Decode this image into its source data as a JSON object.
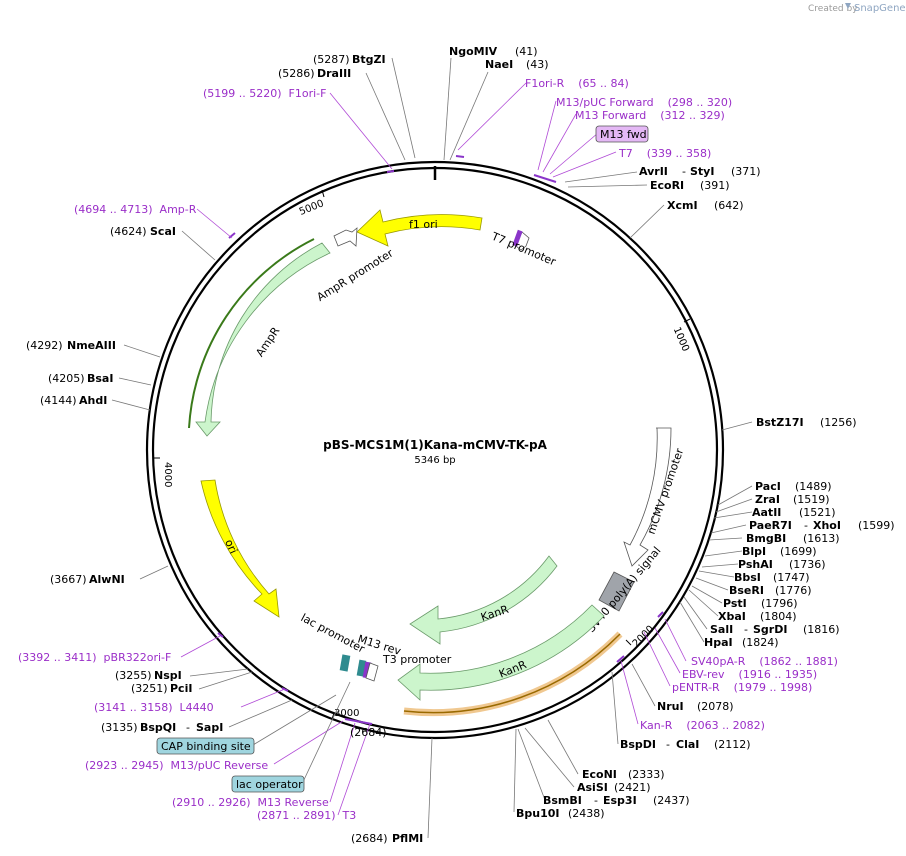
{
  "credit": {
    "text": "Created by",
    "brand": "SnapGene"
  },
  "plasmid": {
    "name": "pBS-MCS1M(1)Kana-mCMV-TK-pA",
    "length_label": "5346 bp"
  },
  "ruler": [
    "1000",
    "2000",
    "3000",
    "4000",
    "5000"
  ],
  "features": [
    {
      "label": "f1 ori",
      "color": "#ffff00"
    },
    {
      "label": "T7 promoter",
      "color": "#ffffff"
    },
    {
      "label": "AmpR promoter",
      "color": "#ffffff"
    },
    {
      "label": "AmpR",
      "color": "#ccf5cc"
    },
    {
      "label": "ori",
      "color": "#ffff00"
    },
    {
      "label": "mCMV promoter",
      "color": "#ffffff"
    },
    {
      "label": "SV40 poly(A) signal",
      "color": "#a0a4aa"
    },
    {
      "label": "KanR",
      "color": "#ccf5cc"
    },
    {
      "label": "KanR",
      "color": "#ccf5cc"
    },
    {
      "label": "lac promoter",
      "color": "#ffffff"
    },
    {
      "label": "M13 rev",
      "color": "#ffffff"
    },
    {
      "label": "T3 promoter",
      "color": "#ffffff"
    }
  ],
  "boxed_labels": [
    {
      "text": "M13 fwd",
      "color": "#e4b8f5"
    },
    {
      "text": "CAP binding site",
      "color": "#9fd5df"
    },
    {
      "text": "lac operator",
      "color": "#9fd5df"
    }
  ],
  "sites": [
    {
      "pos": "(5287)",
      "name": "BtgZI",
      "second": ""
    },
    {
      "pos": "(5286)",
      "name": "DraIII",
      "second": ""
    },
    {
      "pos": "(41)",
      "name": "NgoMIV",
      "second": ""
    },
    {
      "pos": "(43)",
      "name": "NaeI",
      "second": ""
    },
    {
      "pos": "(371)",
      "name": "AvrII",
      "second": "StyI"
    },
    {
      "pos": "(391)",
      "name": "EcoRI",
      "second": ""
    },
    {
      "pos": "(642)",
      "name": "XcmI",
      "second": ""
    },
    {
      "pos": "(1256)",
      "name": "BstZ17I",
      "second": ""
    },
    {
      "pos": "(1489)",
      "name": "PacI",
      "second": ""
    },
    {
      "pos": "(1519)",
      "name": "ZraI",
      "second": ""
    },
    {
      "pos": "(1521)",
      "name": "AatII",
      "second": ""
    },
    {
      "pos": "(1599)",
      "name": "PaeR7I",
      "second": "XhoI"
    },
    {
      "pos": "(1613)",
      "name": "BmgBI",
      "second": ""
    },
    {
      "pos": "(1699)",
      "name": "BlpI",
      "second": ""
    },
    {
      "pos": "(1736)",
      "name": "PshAI",
      "second": ""
    },
    {
      "pos": "(1747)",
      "name": "BbsI",
      "second": ""
    },
    {
      "pos": "(1776)",
      "name": "BseRI",
      "second": ""
    },
    {
      "pos": "(1796)",
      "name": "PstI",
      "second": ""
    },
    {
      "pos": "(1804)",
      "name": "XbaI",
      "second": ""
    },
    {
      "pos": "(1816)",
      "name": "SalI",
      "second": "SgrDI"
    },
    {
      "pos": "(1824)",
      "name": "HpaI",
      "second": ""
    },
    {
      "pos": "(2078)",
      "name": "NruI",
      "second": ""
    },
    {
      "pos": "(2112)",
      "name": "BspDI",
      "second": "ClaI"
    },
    {
      "pos": "(2333)",
      "name": "EcoNI",
      "second": ""
    },
    {
      "pos": "(2421)",
      "name": "AsiSI",
      "second": ""
    },
    {
      "pos": "(2437)",
      "name": "BsmBI",
      "second": "Esp3I"
    },
    {
      "pos": "(2438)",
      "name": "Bpu10I",
      "second": ""
    },
    {
      "pos": "(2684)",
      "name": "PflMI",
      "second": ""
    },
    {
      "pos": "(3135)",
      "name": "BspQI",
      "second": "SapI"
    },
    {
      "pos": "(3251)",
      "name": "PciI",
      "second": ""
    },
    {
      "pos": "(3255)",
      "name": "NspI",
      "second": ""
    },
    {
      "pos": "(3667)",
      "name": "AlwNI",
      "second": ""
    },
    {
      "pos": "(4144)",
      "name": "AhdI",
      "second": ""
    },
    {
      "pos": "(4205)",
      "name": "BsaI",
      "second": ""
    },
    {
      "pos": "(4292)",
      "name": "NmeAIII",
      "second": ""
    },
    {
      "pos": "(4624)",
      "name": "ScaI",
      "second": ""
    }
  ],
  "primers": [
    {
      "text": "F1ori-R    (65 .. 84)"
    },
    {
      "text": "M13/pUC Forward    (298 .. 320)"
    },
    {
      "text": "M13 Forward    (312 .. 329)"
    },
    {
      "text": "T7    (339 .. 358)"
    },
    {
      "text": "(5199 .. 5220)  F1ori-F"
    },
    {
      "text": "(4694 .. 4713)  Amp-R"
    },
    {
      "text": "SV40pA-R    (1862 .. 1881)"
    },
    {
      "text": "EBV-rev    (1916 .. 1935)"
    },
    {
      "text": "pENTR-R    (1979 .. 1998)"
    },
    {
      "text": "Kan-R    (2063 .. 2082)"
    },
    {
      "text": "(3392 .. 3411)  pBR322ori-F"
    },
    {
      "text": "(3141 .. 3158)  L4440"
    },
    {
      "text": "(2923 .. 2945)  M13/pUC Reverse"
    },
    {
      "text": "(2910 .. 2926)  M13 Reverse"
    },
    {
      "text": "(2871 .. 2891)  T3"
    }
  ]
}
